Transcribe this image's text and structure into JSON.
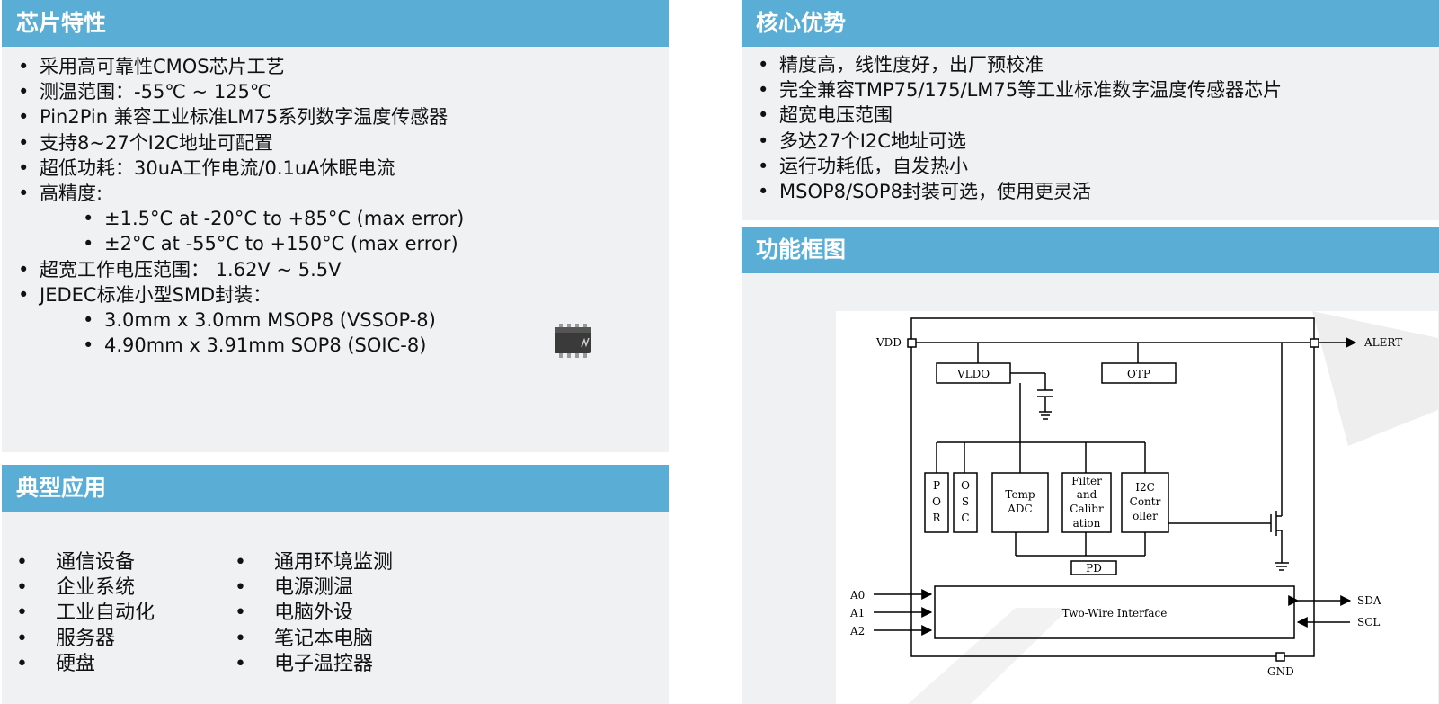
{
  "features": {
    "title": "芯片特性",
    "items": [
      {
        "text": "采用高可靠性CMOS芯片工艺",
        "sub": false
      },
      {
        "text": "测温范围：-55℃ ~ 125℃",
        "sub": false
      },
      {
        "text": "Pin2Pin 兼容工业标准LM75系列数字温度传感器",
        "sub": false
      },
      {
        "text": "支持8~27个I2C地址可配置",
        "sub": false
      },
      {
        "text": "超低功耗：30uA工作电流/0.1uA休眠电流",
        "sub": false
      },
      {
        "text": "高精度:",
        "sub": false
      },
      {
        "text": "±1.5°C at -20°C to +85°C (max error)",
        "sub": true
      },
      {
        "text": "±2°C at -55°C to +150°C (max error)",
        "sub": true
      },
      {
        "text": "超宽工作电压范围： 1.62V ~ 5.5V",
        "sub": false
      },
      {
        "text": "JEDEC标准小型SMD封装：",
        "sub": false
      },
      {
        "text": "3.0mm x 3.0mm MSOP8 (VSSOP-8)",
        "sub": true
      },
      {
        "text": "4.90mm x 3.91mm  SOP8 (SOIC-8)",
        "sub": true
      }
    ]
  },
  "advantages": {
    "title": "核心优势",
    "items": [
      "精度高，线性度好，出厂预校准",
      "完全兼容TMP75/175/LM75等工业标准数字温度传感器芯片",
      "超宽电压范围",
      "多达27个I2C地址可选",
      "运行功耗低，自发热小",
      "MSOP8/SOP8封装可选，使用更灵活"
    ]
  },
  "applications": {
    "title": "典型应用",
    "col1": [
      "通信设备",
      "企业系统",
      "工业自动化",
      "服务器",
      "硬盘"
    ],
    "col2": [
      "通用环境监测",
      "电源测温",
      "电脑外设",
      "笔记本电脑",
      "电子温控器"
    ]
  },
  "block_diagram": {
    "title": "功能框图",
    "pins": {
      "vdd": "VDD",
      "alert": "ALERT",
      "a0": "A0",
      "a1": "A1",
      "a2": "A2",
      "sda": "SDA",
      "scl": "SCL",
      "gnd": "GND"
    },
    "blocks": {
      "vldo": "VLDO",
      "otp": "OTP",
      "por": [
        "P",
        "O",
        "R"
      ],
      "osc": [
        "O",
        "S",
        "C"
      ],
      "temp_adc": [
        "Temp",
        "ADC"
      ],
      "filter": [
        "Filter",
        "and",
        "Calibr",
        "ation"
      ],
      "i2c": [
        "I2C",
        "Contr",
        "oller"
      ],
      "pd": "PD",
      "twi": "Two-Wire Interface"
    }
  },
  "colors": {
    "header": "#5aaed6",
    "panel_bg": "#f0f1f2"
  }
}
